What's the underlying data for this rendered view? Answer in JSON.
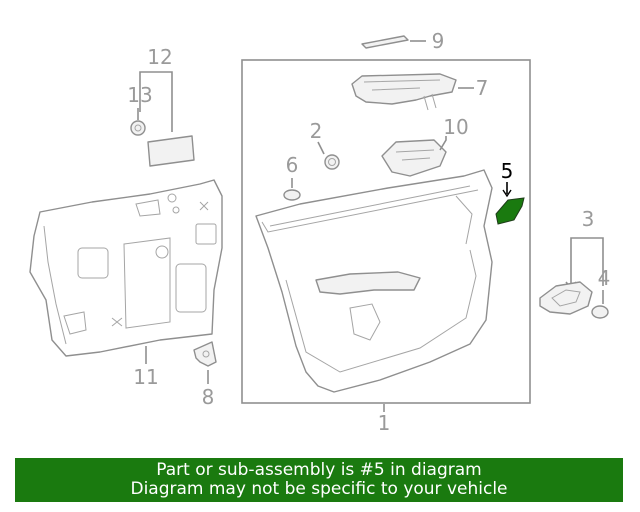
{
  "callouts": {
    "c1": "1",
    "c2": "2",
    "c3": "3",
    "c4": "4",
    "c5": "5",
    "c6": "6",
    "c7": "7",
    "c8": "8",
    "c9": "9",
    "c10": "10",
    "c11": "11",
    "c12": "12",
    "c13": "13"
  },
  "highlight": {
    "part_number": "5",
    "color": "#1a7a0f"
  },
  "banner": {
    "line1": "Part or sub-assembly is #5 in diagram",
    "line2": "Diagram may not be specific to your vehicle",
    "background": "#1a7a0f"
  }
}
